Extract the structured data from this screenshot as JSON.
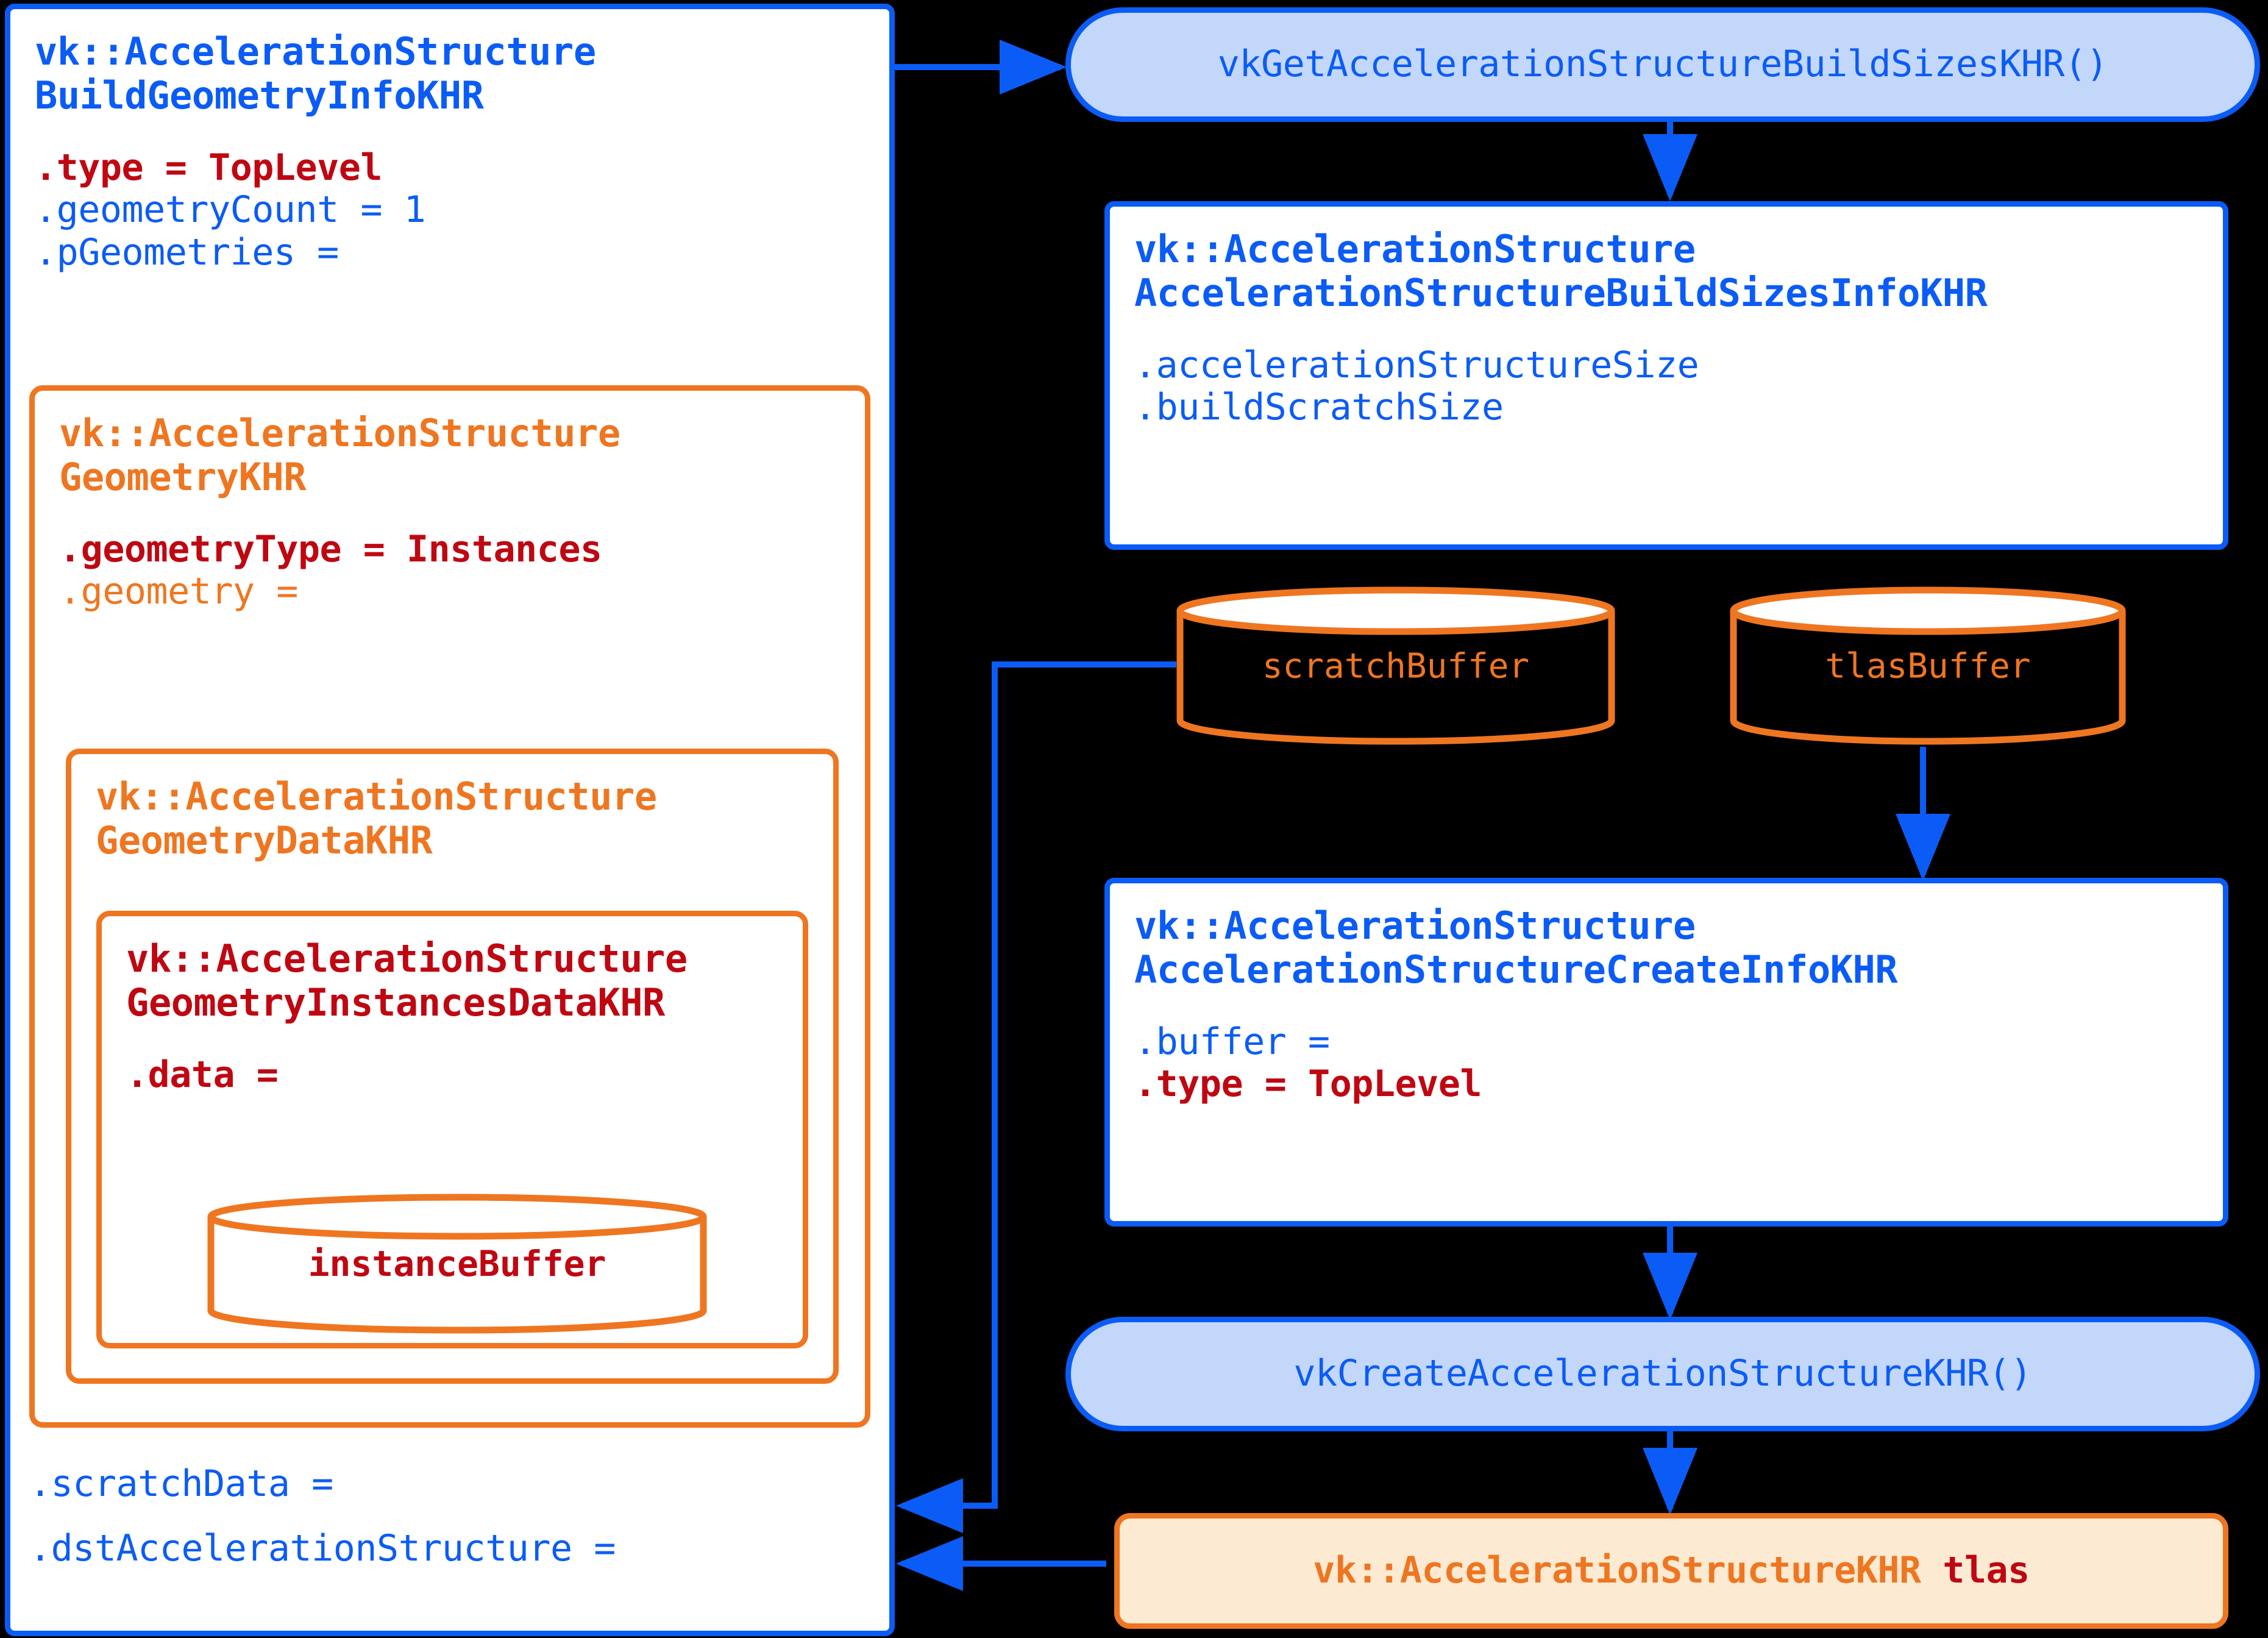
{
  "colors": {
    "blue": "#0b5cf6",
    "orange": "#ef7621",
    "red": "#bf0712",
    "pill_blue_fill": "#c3d7fb",
    "pill_orange_fill": "#fcead2",
    "background": "#000000",
    "box_fill": "#ffffff"
  },
  "build_geometry_info": {
    "title_line1": "vk::AccelerationStructure",
    "title_line2": "BuildGeometryInfoKHR",
    "field_type": ".type = TopLevel",
    "field_geometry_count": ".geometryCount = 1",
    "field_p_geometries": ".pGeometries =",
    "field_scratch_data": ".scratchData =",
    "field_dst_acceleration_structure": ".dstAccelerationStructure ="
  },
  "geometry_khr": {
    "title_line1": "vk::AccelerationStructure",
    "title_line2": "GeometryKHR",
    "field_geometry_type": ".geometryType = Instances",
    "field_geometry": ".geometry ="
  },
  "geometry_data_khr": {
    "title_line1": "vk::AccelerationStructure",
    "title_line2": "GeometryDataKHR"
  },
  "geometry_instances_data_khr": {
    "title_line1": "vk::AccelerationStructure",
    "title_line2": "GeometryInstancesDataKHR",
    "field_data": ".data ="
  },
  "instance_buffer": {
    "label": "instanceBuffer"
  },
  "get_build_sizes_call": {
    "label": "vkGetAccelerationStructureBuildSizesKHR()"
  },
  "build_sizes_info": {
    "title_line1": "vk::AccelerationStructure",
    "title_line2": "AccelerationStructureBuildSizesInfoKHR",
    "field_acceleration_structure_size": ".accelerationStructureSize",
    "field_build_scratch_size": ".buildScratchSize"
  },
  "scratch_buffer": {
    "label": "scratchBuffer"
  },
  "tlas_buffer": {
    "label": "tlasBuffer"
  },
  "create_info": {
    "title_line1": "vk::AccelerationStructure",
    "title_line2": "AccelerationStructureCreateInfoKHR",
    "field_buffer": ".buffer =",
    "field_type": ".type = TopLevel"
  },
  "create_call": {
    "label": "vkCreateAccelerationStructureKHR()"
  },
  "tlas_result": {
    "type_label": "vk::AccelerationStructureKHR ",
    "var_label": "tlas"
  }
}
